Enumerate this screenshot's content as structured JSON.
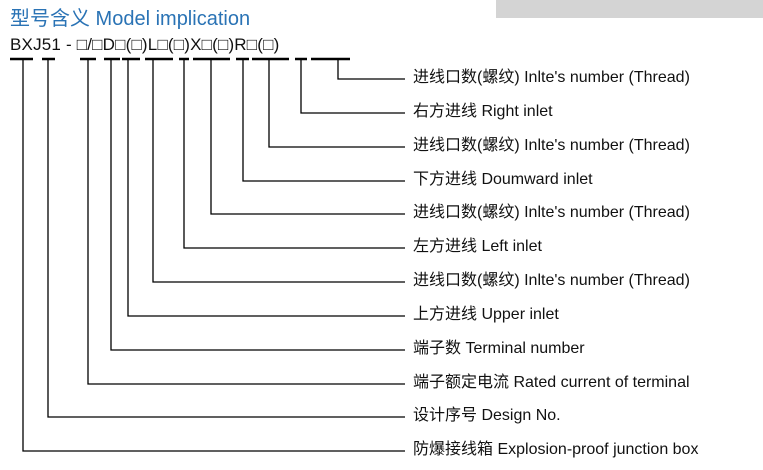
{
  "title": "型号含义 Model implication",
  "model_code": "BXJ51 - □/□D□(□)L□(□)X□(□)R□(□)",
  "labels": [
    "进线口数(螺纹) Inlte's number (Thread)",
    "右方进线 Right inlet",
    "进线口数(螺纹) Inlte's number (Thread)",
    "下方进线 Doumward inlet",
    "进线口数(螺纹) Inlte's number (Thread)",
    "左方进线 Left inlet",
    "进线口数(螺纹) Inlte's number (Thread)",
    "上方进线 Upper inlet",
    "端子数 Terminal number",
    "端子额定电流 Rated current of terminal",
    "设计序号 Design No.",
    "防爆接线箱 Explosion-proof junction box"
  ]
}
